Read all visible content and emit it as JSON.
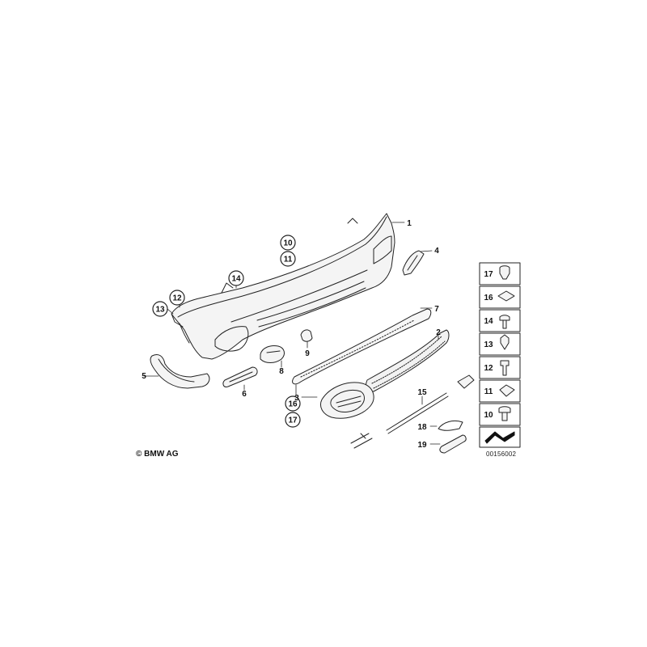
{
  "copyright": "© BMW AG",
  "document_id": "00156002",
  "callouts": {
    "c1": "1",
    "c2": "2",
    "c3": "3",
    "c4": "4",
    "c5": "5",
    "c6": "6",
    "c7": "7",
    "c8": "8",
    "c9": "9",
    "c10": "10",
    "c11": "11",
    "c12": "12",
    "c13": "13",
    "c14": "14",
    "c15": "15",
    "c16": "16",
    "c17": "17",
    "c18": "18",
    "c19": "19"
  },
  "legend_labels": [
    "17",
    "16",
    "14",
    "13",
    "12",
    "11",
    "10"
  ]
}
